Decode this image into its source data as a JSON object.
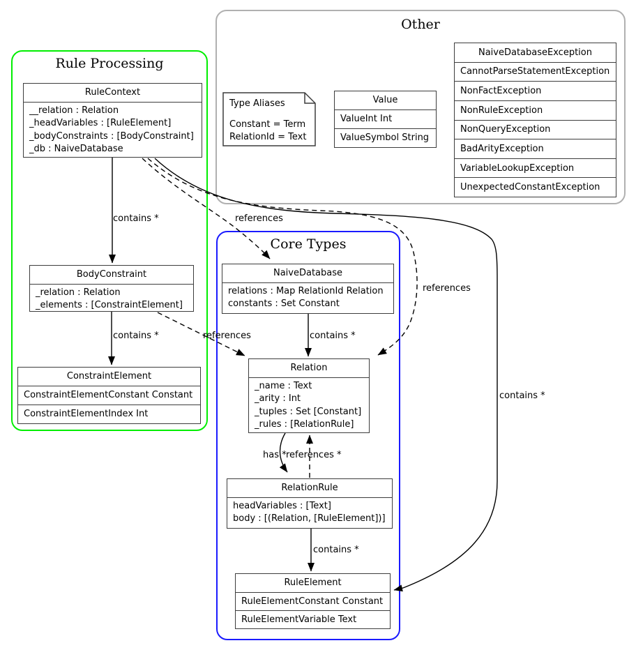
{
  "groups": {
    "rule_processing": {
      "title": "Rule Processing",
      "border_color": "#00ee00"
    },
    "other": {
      "title": "Other",
      "border_color": "#b0b0b0"
    },
    "core_types": {
      "title": "Core Types",
      "border_color": "#1a1aff"
    }
  },
  "note": {
    "title": "Type Aliases",
    "lines": [
      "Constant = Term",
      "RelationId = Text"
    ]
  },
  "classes": {
    "rule_context": {
      "title": "RuleContext",
      "attrs": [
        "__relation : Relation",
        "_headVariables : [RuleElement]",
        "_bodyConstraints : [BodyConstraint]",
        "_db : NaiveDatabase"
      ]
    },
    "body_constraint": {
      "title": "BodyConstraint",
      "attrs": [
        "_relation : Relation",
        "_elements : [ConstraintElement]"
      ]
    },
    "constraint_element": {
      "title": "ConstraintElement",
      "variants": [
        "ConstraintElementConstant Constant",
        "ConstraintElementIndex Int"
      ]
    },
    "naive_database": {
      "title": "NaiveDatabase",
      "attrs": [
        "relations : Map RelationId Relation",
        "constants : Set Constant"
      ]
    },
    "relation": {
      "title": "Relation",
      "attrs": [
        "_name : Text",
        "_arity : Int",
        "_tuples : Set [Constant]",
        "_rules : [RelationRule]"
      ]
    },
    "relation_rule": {
      "title": "RelationRule",
      "attrs": [
        "headVariables : [Text]",
        "body : [(Relation, [RuleElement])]"
      ]
    },
    "rule_element": {
      "title": "RuleElement",
      "variants": [
        "RuleElementConstant Constant",
        "RuleElementVariable Text"
      ]
    },
    "value": {
      "title": "Value",
      "variants": [
        "ValueInt Int",
        "ValueSymbol String"
      ]
    },
    "exceptions": {
      "title": "NaiveDatabaseException",
      "variants": [
        "CannotParseStatementException",
        "NonFactException",
        "NonRuleException",
        "NonQueryException",
        "BadArityException",
        "VariableLookupException",
        "UnexpectedConstantException"
      ]
    }
  },
  "edge_labels": {
    "rulecontext_bodyconstraint": "contains *",
    "bodyconstraint_constraintelement": "contains *",
    "bodyconstraint_relation": "references",
    "rulecontext_naivedatabase": "references",
    "rulecontext_relation": "references",
    "rulecontext_ruleelement": "contains *",
    "naivedatabase_relation": "contains *",
    "relation_relationrule": "has *",
    "relationrule_relation": "references *",
    "relationrule_ruleelement": "contains *"
  }
}
